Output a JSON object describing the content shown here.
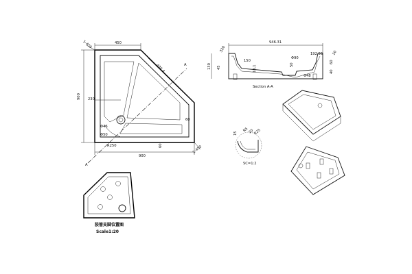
{
  "plan_view": {
    "dim_top": "450",
    "dim_left_height": "900",
    "dim_bottom_width": "900",
    "dim_diag": "436.4",
    "dim_drain_x": "230",
    "dim_drain_dia": "Φ46",
    "dim_drain_dia2": "Φ50",
    "dim_r": "R250",
    "dim_side": "60",
    "dim_side2": "60",
    "corner_top_left": "1-450",
    "corner_bottom_right": "2-450",
    "section_mark": "A"
  },
  "section_view": {
    "dim_length": "946.31",
    "dim_a": "320",
    "dim_b": "130",
    "dim_c": "45",
    "dim_d": "150",
    "dim_e": "Φ90",
    "dim_f": "192.55",
    "dim_g": "Φ48",
    "dim_h": "18.1",
    "dim_i": "60",
    "dim_j": "40",
    "dim_k": "20",
    "dim_l": "50",
    "caption": "Section  A-A"
  },
  "detail_view": {
    "dim_a": "15",
    "dim_b": "R5",
    "dim_c": "20",
    "dim_d": "R25",
    "caption": "SC=1:2"
  },
  "support_view": {
    "caption_cn": "胶管支脚位置图",
    "caption_scale": "Scale1:20"
  }
}
